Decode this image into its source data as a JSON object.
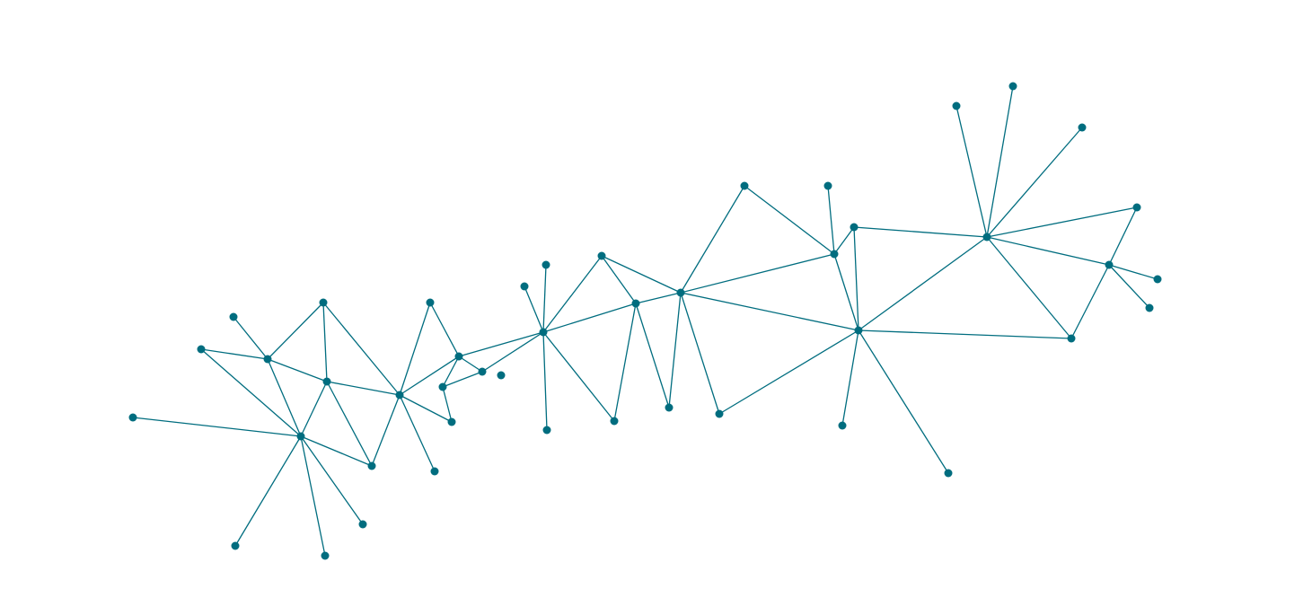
{
  "colors": {
    "node": "#006d7f",
    "edge": "#006d7f",
    "background": "#ffffff"
  },
  "nodes": [
    "n1",
    "n2",
    "n3",
    "n4",
    "n5",
    "n6",
    "n7",
    "n8",
    "n9",
    "n10",
    "n11",
    "n12",
    "n13",
    "n14",
    "n15",
    "n16",
    "n17",
    "n18",
    "n19",
    "n20",
    "n21",
    "n22",
    "n23",
    "n24",
    "n25",
    "n26",
    "n27",
    "n28",
    "n29",
    "n30",
    "n31",
    "n32",
    "n33",
    "n34",
    "n35",
    "n36",
    "n37",
    "n38",
    "n39",
    "n40",
    "n41",
    "n42",
    "n43",
    "n44",
    "n45",
    "n46",
    "n47",
    "n48",
    "n49",
    "n50"
  ],
  "edges": [
    [
      "n1",
      "n6"
    ],
    [
      "n2",
      "n5"
    ],
    [
      "n3",
      "n5"
    ],
    [
      "n3",
      "n6"
    ],
    [
      "n4",
      "n5"
    ],
    [
      "n4",
      "n7"
    ],
    [
      "n4",
      "n8"
    ],
    [
      "n5",
      "n6"
    ],
    [
      "n6",
      "n7"
    ],
    [
      "n6",
      "n9"
    ],
    [
      "n6",
      "n10"
    ],
    [
      "n6",
      "n11"
    ],
    [
      "n6",
      "n12"
    ],
    [
      "n7",
      "n9"
    ],
    [
      "n7",
      "n8"
    ],
    [
      "n8",
      "n13"
    ],
    [
      "n9",
      "n13"
    ],
    [
      "n13",
      "n14"
    ],
    [
      "n13",
      "n15"
    ],
    [
      "n13",
      "n16"
    ],
    [
      "n13",
      "n17"
    ],
    [
      "n14",
      "n16"
    ],
    [
      "n16",
      "n17"
    ],
    [
      "n16",
      "n18"
    ],
    [
      "n18",
      "n19"
    ],
    [
      "n16",
      "n20"
    ],
    [
      "n19",
      "n20"
    ],
    [
      "n20",
      "n21"
    ],
    [
      "n20",
      "n22"
    ],
    [
      "n20",
      "n23"
    ],
    [
      "n20",
      "n24"
    ],
    [
      "n20",
      "n25"
    ],
    [
      "n20",
      "n26"
    ],
    [
      "n25",
      "n27"
    ],
    [
      "n26",
      "n27"
    ],
    [
      "n26",
      "n28"
    ],
    [
      "n27",
      "n28"
    ],
    [
      "n27",
      "n29"
    ],
    [
      "n27",
      "n30"
    ],
    [
      "n27",
      "n31"
    ],
    [
      "n27",
      "n32"
    ],
    [
      "n27",
      "n33"
    ],
    [
      "n32",
      "n34"
    ],
    [
      "n32",
      "n33"
    ],
    [
      "n34",
      "n35"
    ],
    [
      "n33",
      "n35"
    ],
    [
      "n33",
      "n36"
    ],
    [
      "n33",
      "n37"
    ],
    [
      "n33",
      "n38"
    ],
    [
      "n33",
      "n39"
    ],
    [
      "n35",
      "n40"
    ],
    [
      "n40",
      "n41"
    ],
    [
      "n40",
      "n42"
    ],
    [
      "n40",
      "n43"
    ],
    [
      "n40",
      "n44"
    ],
    [
      "n40",
      "n45"
    ],
    [
      "n40",
      "n46"
    ],
    [
      "n46",
      "n47"
    ],
    [
      "n46",
      "n48"
    ],
    [
      "n46",
      "n49"
    ],
    [
      "n44",
      "n46"
    ]
  ]
}
